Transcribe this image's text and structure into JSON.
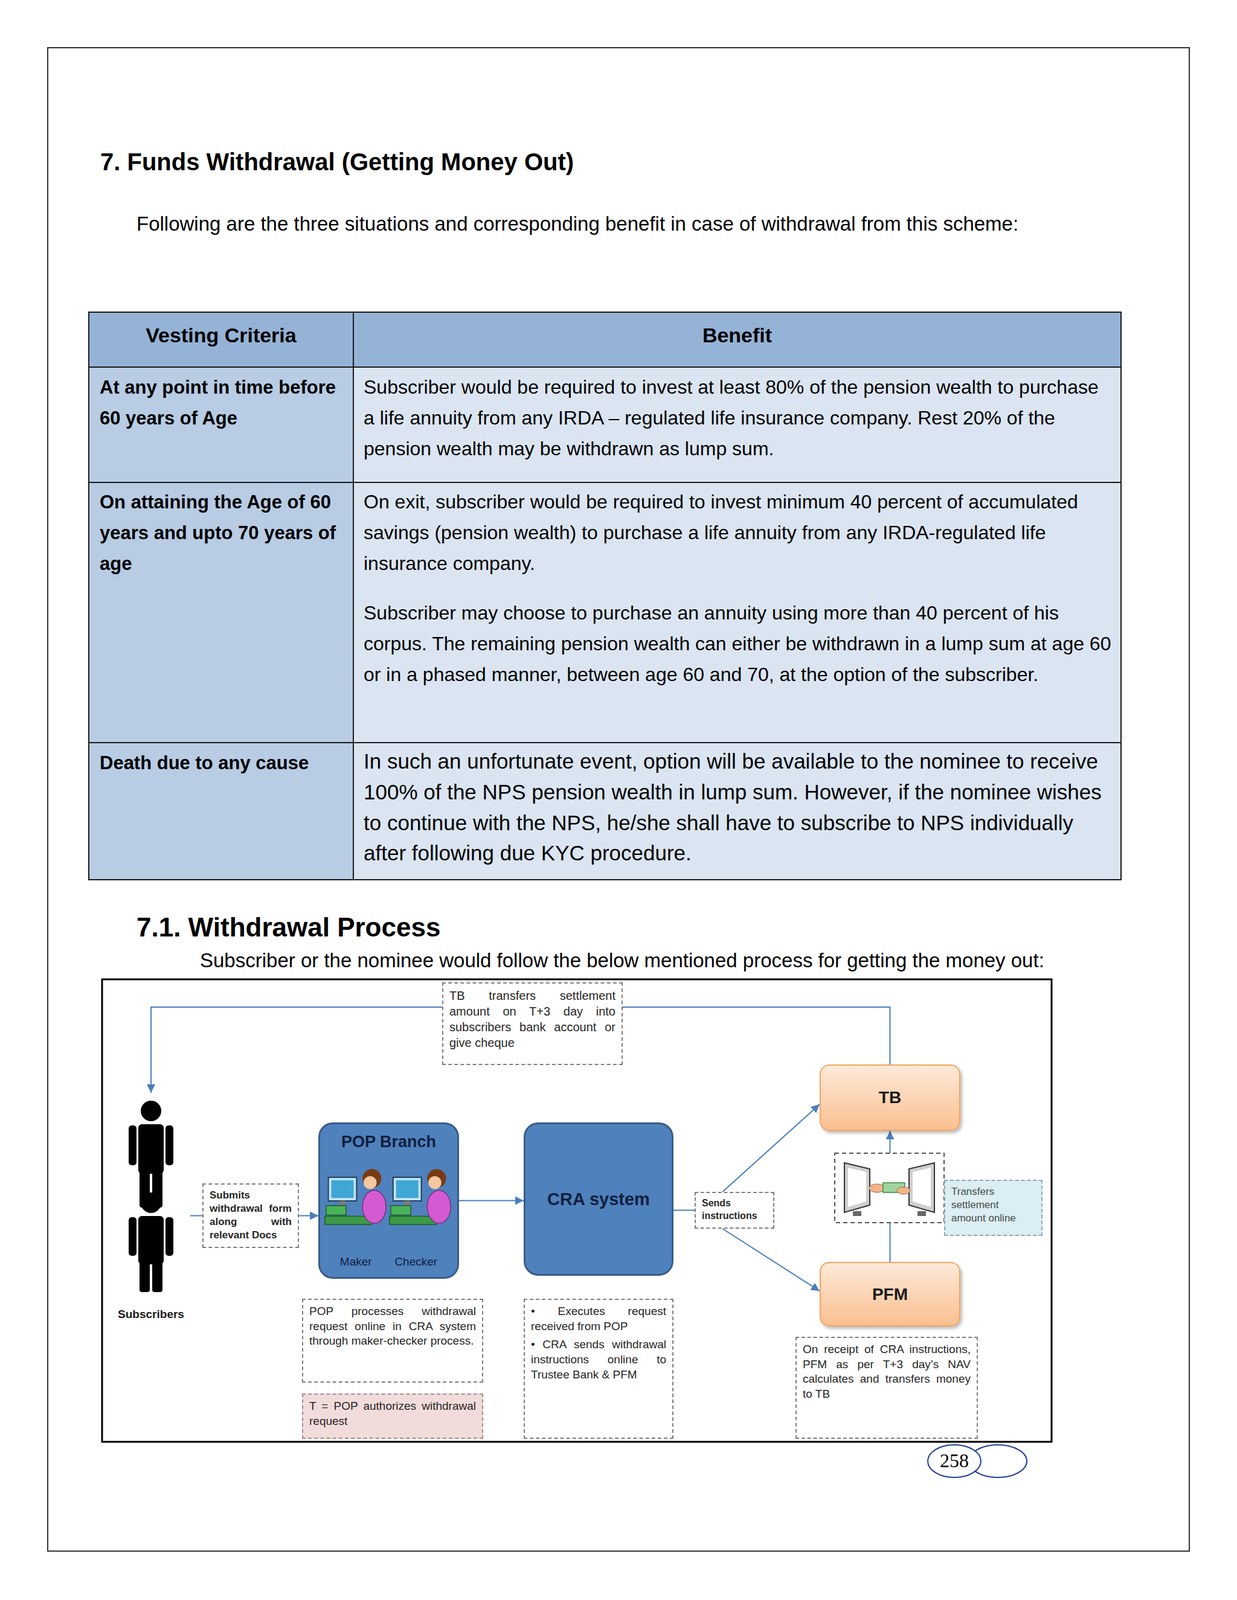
{
  "diagram": {
    "title": "7. Funds Withdrawal (Getting Money Out)",
    "nodes": [
      {
        "text": [
          "TB transfers settlement amount on T+3 day into subscribers bank account or give cheque"
        ]
      },
      {
        "text": [
          "TB"
        ]
      },
      {
        "text": [
          "Subscribers"
        ]
      },
      {
        "text": [
          "Submits withdrawal form along with relevant Docs"
        ]
      },
      {
        "text": [
          "POP Branch",
          "Maker",
          "Checker"
        ]
      },
      {
        "text": [
          "CRA system"
        ]
      },
      {
        "text": [
          "Sends instructions"
        ]
      },
      {
        "text": [
          "Transfers settlement amount online"
        ]
      },
      {
        "text": [
          "PFM"
        ]
      },
      {
        "text": [
          "POP processes withdrawal request online in CRA system through maker-checker process."
        ]
      },
      {
        "text": [
          "T = POP authorizes withdrawal request"
        ]
      },
      {
        "text": [
          "• Executes request received from POP",
          "• CRA sends withdrawal instructions online to Trustee Bank & PFM"
        ]
      },
      {
        "text": [
          "On receipt of CRA instructions, PFM as per T+3 day’s NAV calculates and transfers money to TB"
        ]
      }
    ],
    "edges": [
      {
        "from": 1,
        "to": 0,
        "arrow": "none"
      },
      {
        "from": 0,
        "to": 2,
        "arrow": "to"
      },
      {
        "from": 2,
        "to": 3,
        "arrow": "none"
      },
      {
        "from": 3,
        "to": 4,
        "arrow": "to"
      },
      {
        "from": 4,
        "to": 5,
        "arrow": "to"
      },
      {
        "from": 5,
        "to": 6,
        "arrow": "none"
      },
      {
        "from": 6,
        "to": 1,
        "arrow": "to"
      },
      {
        "from": 6,
        "to": 8,
        "arrow": "to"
      },
      {
        "from": 8,
        "to": 1,
        "arrow": "to"
      }
    ],
    "labels": [
      "Following are the three situations and corresponding benefit in case of withdrawal from this scheme:",
      "Vesting Criteria",
      "Benefit",
      "At any point in time before 60 years of Age",
      "Subscriber would be required to invest at least 80% of the pension wealth to purchase a life annuity from any IRDA – regulated life insurance company. Rest 20% of the pension wealth may be withdrawn as lump sum.",
      "On attaining the Age of 60 years and upto 70 years of age",
      "On exit, subscriber would be required to invest minimum 40 percent of accumulated savings (pension wealth) to purchase a life annuity from any IRDA-regulated life insurance company.",
      "Subscriber may choose to purchase an annuity using more than 40 percent of his corpus. The remaining pension wealth can either be withdrawn in a lump sum at age 60 or in a phased manner, between age 60 and 70, at the option of the subscriber.",
      "Death due to any cause",
      "In such an unfortunate event, option will be available to the nominee to receive 100% of the NPS pension wealth in lump sum. However, if the nominee wishes to continue with the NPS, he/she shall have to subscribe to NPS individually after following due KYC procedure.",
      "7.1. Withdrawal Process",
      "Subscriber or the nominee would follow the below mentioned process for getting the money out:",
      "258"
    ]
  }
}
